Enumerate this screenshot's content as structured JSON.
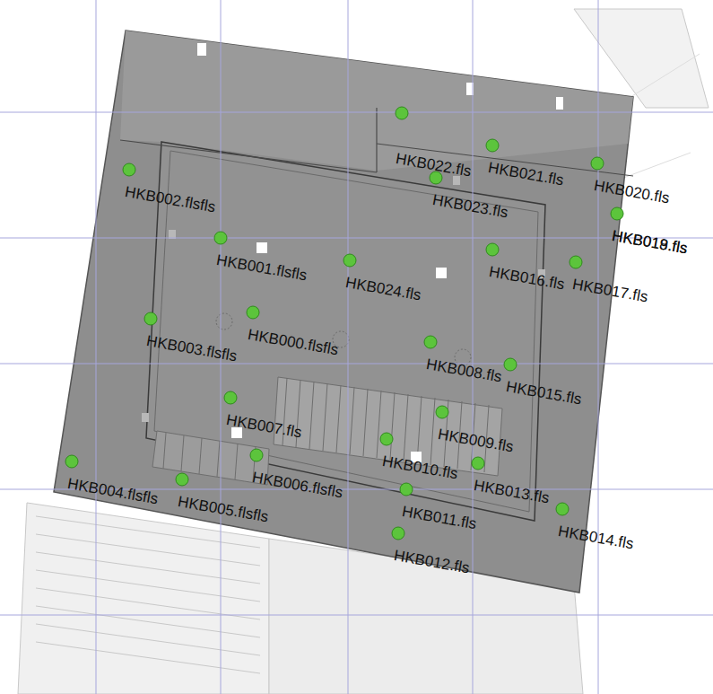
{
  "diagram": {
    "labels": [
      "HKB022.fls",
      "HKB021.fls",
      "HKB020.fls",
      "HKB019.fls",
      "HKB018.fls",
      "HKB023.fls",
      "HKB002.flsfls",
      "HKB001.flsfls",
      "HKB024.fls",
      "HKB016.fls",
      "HKB017.fls",
      "HKB003.flsfls",
      "HKB000.flsfls",
      "HKB008.fls",
      "HKB015.fls",
      "HKB007.fls",
      "HKB009.fls",
      "HKB010.fls",
      "HKB013.fls",
      "HKB006.flsfls",
      "HKB004.flsfls",
      "HKB005.flsfls",
      "HKB011.fls",
      "HKB014.fls",
      "HKB012.fls"
    ]
  }
}
